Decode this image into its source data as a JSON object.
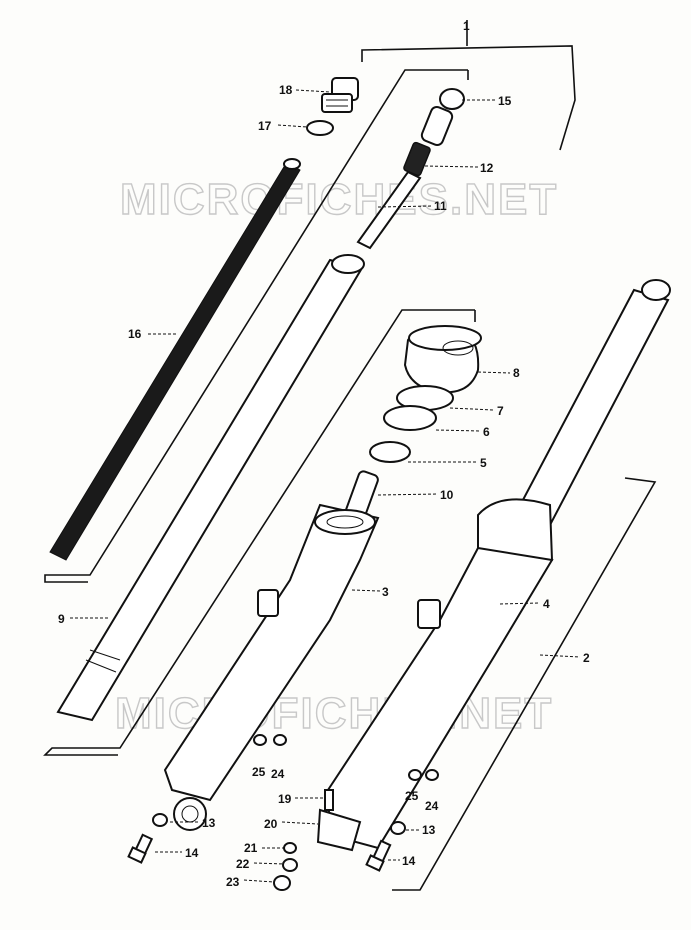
{
  "watermarks": [
    "MICROFICHES.NET",
    "MICROFICHES.NET"
  ],
  "labels": {
    "1": "1",
    "2": "2",
    "3": "3",
    "4": "4",
    "5": "5",
    "6": "6",
    "7": "7",
    "8": "8",
    "9": "9",
    "10": "10",
    "11": "11",
    "12": "12",
    "13": "13",
    "14": "14",
    "15": "15",
    "16": "16",
    "17": "17",
    "18": "18",
    "19": "19",
    "20": "20",
    "21": "21",
    "22": "22",
    "23": "23",
    "24": "24",
    "25": "25"
  },
  "colors": {
    "ink": "#111111",
    "background": "#fdfdfb",
    "watermark": "#c8c8c8"
  }
}
